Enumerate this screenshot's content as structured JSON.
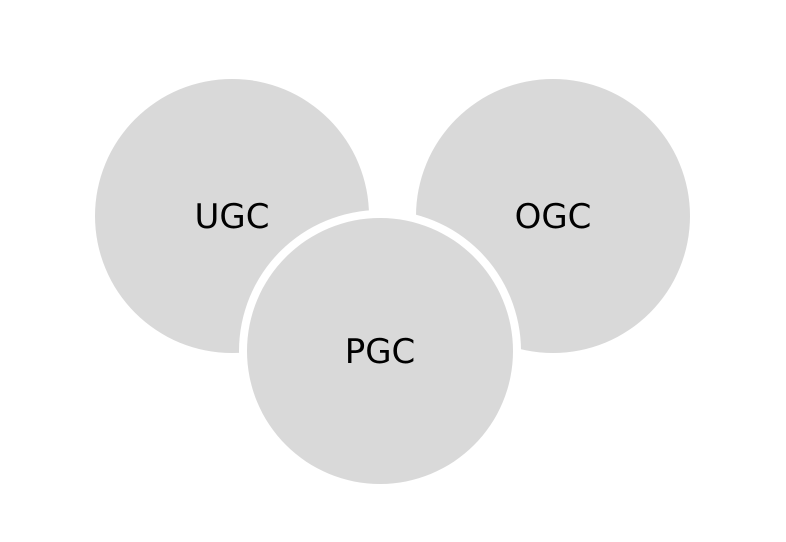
{
  "diagram": {
    "circles": [
      {
        "id": "ugc",
        "label": "UGC"
      },
      {
        "id": "ogc",
        "label": "OGC"
      },
      {
        "id": "pgc",
        "label": "PGC"
      }
    ]
  },
  "colors": {
    "circle_fill": "#d9d9d9",
    "separator": "#ffffff",
    "text": "#000000",
    "background": "#ffffff"
  }
}
